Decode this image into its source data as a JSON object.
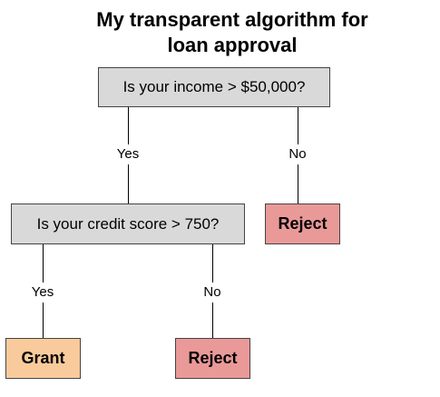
{
  "title": {
    "line1": "My transparent algorithm for",
    "line2": "loan approval"
  },
  "nodes": {
    "income_question": "Is your income > $50,000?",
    "credit_question": "Is your credit score > 750?",
    "reject_income": "Reject",
    "grant": "Grant",
    "reject_credit": "Reject"
  },
  "edges": {
    "income_yes": "Yes",
    "income_no": "No",
    "credit_yes": "Yes",
    "credit_no": "No"
  },
  "colors": {
    "question_fill": "#d9d9d9",
    "reject_fill": "#ea9999",
    "grant_fill": "#f9cb9c"
  }
}
